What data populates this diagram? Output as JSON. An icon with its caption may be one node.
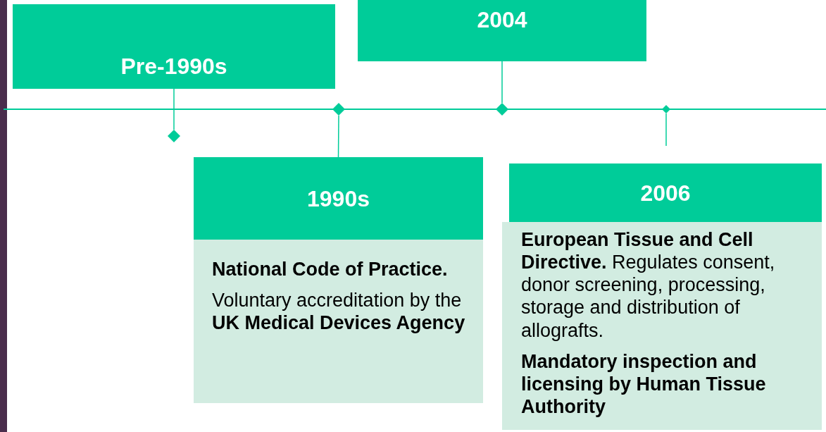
{
  "diagram": {
    "nodes": [
      {
        "text": [
          "Pre-1990s"
        ]
      },
      {
        "text": [
          "2004"
        ]
      },
      {
        "text": [
          "1990s"
        ]
      },
      {
        "text": [
          "**National Code of Practice.**",
          "Voluntary accreditation by the **UK Medical Devices Agency**"
        ]
      },
      {
        "text": [
          "2006"
        ]
      },
      {
        "text": [
          "**European Tissue and Cell Directive.** Regulates consent, donor screening, processing, storage and distribution of allografts.",
          "**Mandatory inspection and licensing by Human Tissue Authority**"
        ]
      },
      {
        "text": [],
        "shape": "diamond"
      },
      {
        "text": [],
        "shape": "diamond"
      },
      {
        "text": [],
        "shape": "diamond"
      },
      {
        "text": [],
        "shape": "diamond"
      }
    ],
    "edges": [
      {
        "from": 0,
        "to": 6,
        "arrow": "none"
      },
      {
        "from": 7,
        "to": 2,
        "arrow": "none"
      },
      {
        "from": 1,
        "to": 8,
        "arrow": "none"
      },
      {
        "from": 9,
        "to": null,
        "arrow": "none"
      }
    ]
  }
}
